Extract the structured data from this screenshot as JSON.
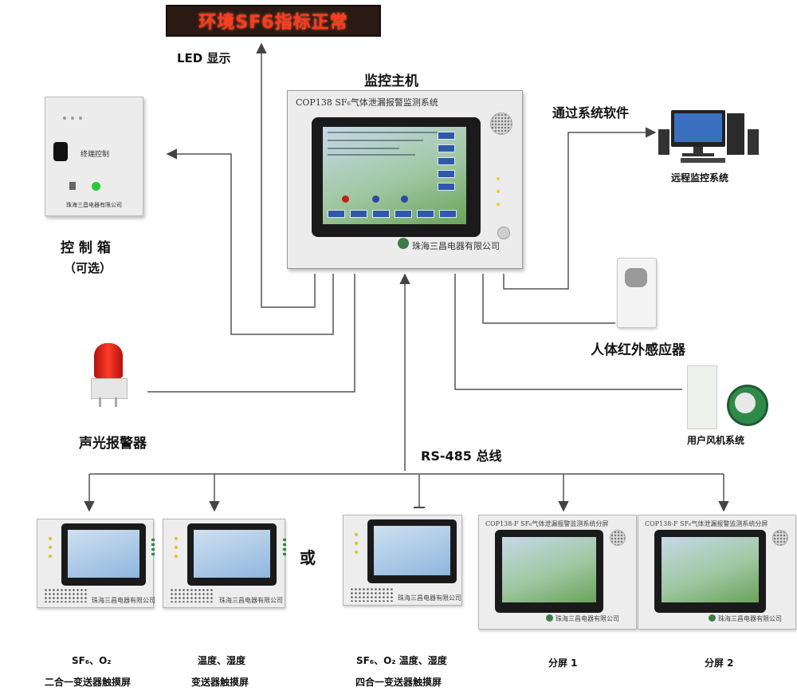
{
  "led_display": {
    "text": "环境SF6指标正常",
    "label": "LED 显示"
  },
  "host": {
    "label": "监控主机",
    "device_title": "COP138 SF₆气体泄漏报警监测系统",
    "company": "珠海三昌电器有限公司"
  },
  "control_box": {
    "device_label": "终端控制",
    "company": "珠海三昌电器有限公司",
    "label": "控 制 箱",
    "sublabel": "（可选）"
  },
  "software": {
    "label": "通过系统软件",
    "device_label": "远程监控系统"
  },
  "pir_sensor": {
    "label": "人体红外感应器"
  },
  "fan_system": {
    "label": "用户风机系统"
  },
  "alarm": {
    "label": "声光报警器"
  },
  "bus": {
    "label": "RS-485 总线"
  },
  "or_text": "或",
  "devices": [
    {
      "name_line1": "SF₆、O₂",
      "name_line2": "二合一变送器触摸屏",
      "company": "珠海三昌电器有限公司"
    },
    {
      "name_line1": "温度、湿度",
      "name_line2": "变送器触摸屏",
      "company": "珠海三昌电器有限公司"
    },
    {
      "name_line1": "SF₆、O₂ 温度、湿度",
      "name_line2": "四合一变送器触摸屏",
      "company": "珠海三昌电器有限公司"
    },
    {
      "name_line1": "分屏 1",
      "device_title": "COP138-F SF₆气体泄漏报警监测系统分屏",
      "company": "珠海三昌电器有限公司"
    },
    {
      "name_line1": "分屏 2",
      "device_title": "COP138-F SF₆气体泄漏报警监测系统分屏",
      "company": "珠海三昌电器有限公司"
    }
  ],
  "colors": {
    "led_text": "#ff3b1f",
    "wire": "#555555",
    "screen_button": "#2f58a8"
  }
}
